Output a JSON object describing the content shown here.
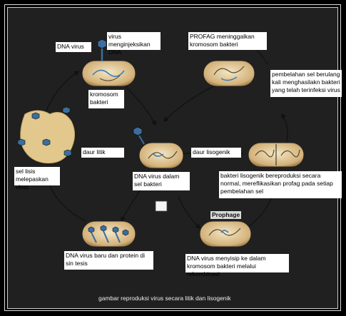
{
  "labels": {
    "dna_virus": "DNA virus",
    "virus_injects": "virus menginjeksikan DNA",
    "kromosom_bakteri": "kromosom bakteri",
    "profag": "PROFAG meninggalkan kromosom bakteri",
    "pembelahan": "pembelahan sel berulang kali menghasilakn bakteri yang telah terinfeksi virus",
    "sel_lisis": "sel lisis melepaskan virus",
    "daur_litik": "daur litik",
    "daur_lisogenik": "daur lisogenik",
    "dna_virus_dalam_sel": "DNA virus dalam sel bakteri",
    "bakteri_lisogenik": "bakteri lisogenik bereproduksi secara normal, mereflikasikan profag pada setiap pembelahan sel",
    "prophage": "Prophage",
    "dna_virus_baru": "DNA virus baru dan protein di sin tesis",
    "dna_virus_menyisip": "DNA virus menyisip ke dalam kromosom bakteri melalui rekombinasi",
    "caption": "gambar reproduksi virus secara litik dan lisogenik"
  },
  "colors": {
    "panel_bg": "#202020",
    "cell_fill": "#c9a46a",
    "cell_inner": "#e8d8b0",
    "dna_strand": "#3f7fb2",
    "phage_body": "#3b6ea0",
    "arrow": "#111111"
  }
}
